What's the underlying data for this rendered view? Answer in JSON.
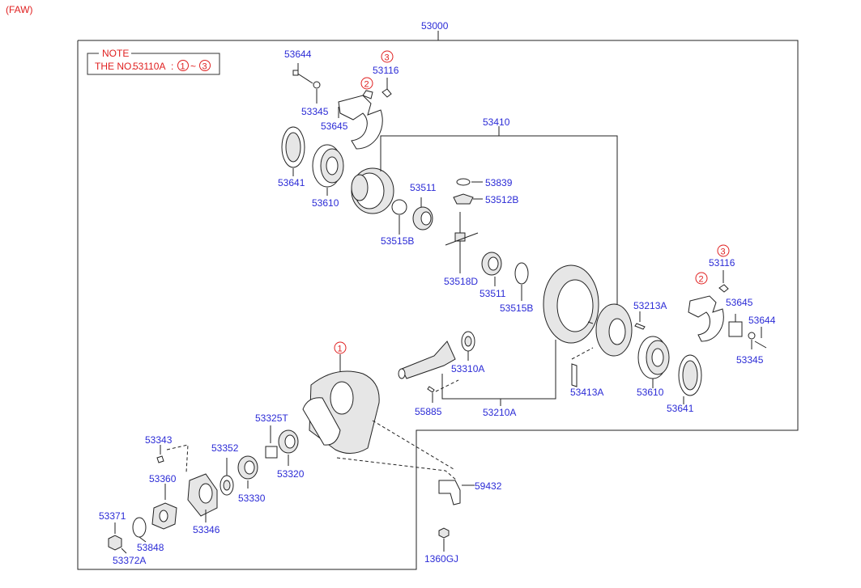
{
  "header": {
    "variant": "(FAW)"
  },
  "assembly": {
    "main": "53000",
    "diff_case": "53410",
    "gear_set": "53210A"
  },
  "note": {
    "title": "NOTE",
    "prefix": "THE NO.",
    "part": "53110A",
    "colon": ":",
    "range_start": "1",
    "tilde": "~",
    "range_end": "3"
  },
  "markers": {
    "m1": "1",
    "m2": "2",
    "m3": "3"
  },
  "labels": {
    "p53644_l": "53644",
    "p53345_l": "53345",
    "p53645_l": "53645",
    "p53116_l": "53116",
    "p53641_l": "53641",
    "p53610_l": "53610",
    "p53839": "53839",
    "p53512B": "53512B",
    "p53511_a": "53511",
    "p53515B_a": "53515B",
    "p53518D": "53518D",
    "p53511_b": "53511",
    "p53515B_b": "53515B",
    "p53213A": "53213A",
    "p53116_r": "53116",
    "p53645_r": "53645",
    "p53644_r": "53644",
    "p53345_r": "53345",
    "p53413A": "53413A",
    "p53610_r": "53610",
    "p53641_r": "53641",
    "p53310A": "53310A",
    "p55885": "55885",
    "p53325T": "53325T",
    "p53343": "53343",
    "p53352": "53352",
    "p53320": "53320",
    "p53360": "53360",
    "p53330": "53330",
    "p53346": "53346",
    "p53371": "53371",
    "p53848": "53848",
    "p53372A": "53372A",
    "p59432": "59432",
    "p1360GJ": "1360GJ"
  },
  "colors": {
    "part_number": "#2b2bd6",
    "callout": "#e02020",
    "line": "#222222"
  }
}
